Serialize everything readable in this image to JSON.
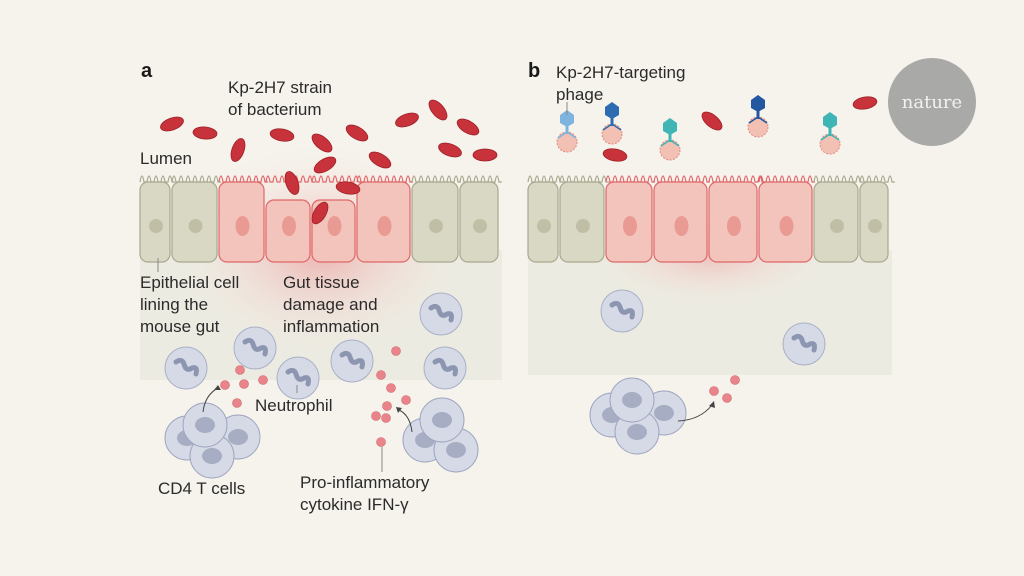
{
  "panels": {
    "a": {
      "letter": "a",
      "labels": {
        "bacterium": "Kp-2H7 strain\nof bacterium",
        "lumen": "Lumen",
        "epithelial": "Epithelial cell\nlining the\nmouse gut",
        "damage": "Gut tissue\ndamage and\ninflammation",
        "neutrophil": "Neutrophil",
        "tcells": "CD4 T cells",
        "cytokine": "Pro-inflammatory\ncytokine IFN-γ"
      }
    },
    "b": {
      "letter": "b",
      "labels": {
        "phage": "Kp-2H7-targeting\nphage"
      }
    }
  },
  "logo": {
    "text": "nature"
  },
  "colors": {
    "background": "#f5f3ec",
    "bacterium": "#c8323a",
    "healthy_cell": "#d9d8c4",
    "inflamed_cell": "#f2c4bc",
    "immune_cell": "#d6dae6",
    "cytokine": "#e9858a",
    "phage_light": "#7fb3e0",
    "phage_dark": "#2d6cb0",
    "phage_teal": "#3fb5b5"
  }
}
